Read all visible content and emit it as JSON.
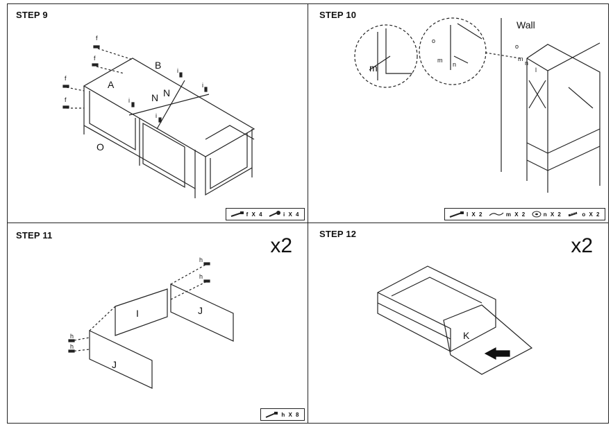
{
  "steps": [
    {
      "label": "STEP 9"
    },
    {
      "label": "STEP 10",
      "wall_label": "Wall"
    },
    {
      "label": "STEP 11",
      "multiplier": "x2"
    },
    {
      "label": "STEP 12",
      "multiplier": "x2"
    }
  ],
  "legends": {
    "step9": [
      {
        "icon": "screw-f-icon",
        "text": "f X 4"
      },
      {
        "icon": "screw-i-icon",
        "text": "i X 4"
      }
    ],
    "step10": [
      {
        "icon": "screw-l-icon",
        "text": "l X 2"
      },
      {
        "icon": "strap-m-icon",
        "text": "m X 2"
      },
      {
        "icon": "washer-n-icon",
        "text": "n X 2"
      },
      {
        "icon": "anchor-o-icon",
        "text": "o X 2"
      }
    ],
    "step11": [
      {
        "icon": "screw-h-icon",
        "text": "h X 8"
      }
    ]
  },
  "part_labels": {
    "step9": {
      "A": "A",
      "B": "B",
      "N1": "N",
      "N2": "N",
      "O": "O",
      "f": "f",
      "i": "i"
    },
    "step10": {
      "m": "m",
      "n": "n",
      "o": "o",
      "l": "l"
    },
    "step11": {
      "I": "I",
      "J1": "J",
      "J2": "J",
      "h": "h"
    },
    "step12": {
      "K": "K"
    }
  }
}
